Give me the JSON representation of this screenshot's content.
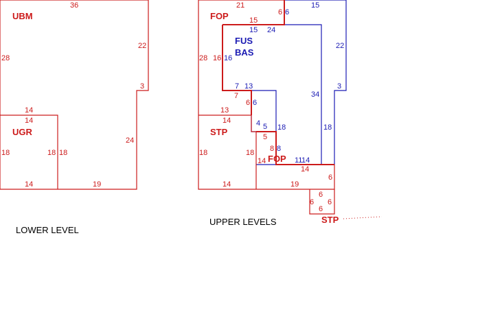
{
  "lower": {
    "caption": "LOWER LEVEL",
    "labels": {
      "ubm": "UBM",
      "ugr": "UGR"
    },
    "dims": [
      "36",
      "28",
      "22",
      "3",
      "24",
      "19",
      "14",
      "14",
      "18",
      "18",
      "18",
      "14"
    ]
  },
  "upper": {
    "caption": "UPPER LEVELS",
    "labels": {
      "fop1": "FOP",
      "fus": "FUS",
      "bas": "BAS",
      "stp1": "STP",
      "fop2": "FOP",
      "stp2": "STP"
    },
    "red_dims": [
      "21",
      "15",
      "6",
      "28",
      "16",
      "7",
      "6",
      "13",
      "14",
      "18",
      "18",
      "14",
      "14",
      "5",
      "8",
      "14",
      "6",
      "19",
      "6",
      "6",
      "6",
      "6"
    ],
    "blue_dims": [
      "6",
      "15",
      "15",
      "24",
      "22",
      "16",
      "7",
      "13",
      "6",
      "34",
      "3",
      "18",
      "4",
      "5",
      "18",
      "8",
      "11",
      "14"
    ]
  },
  "colors": {
    "red": "#cc1a1a",
    "blue": "#1a1ab3"
  }
}
